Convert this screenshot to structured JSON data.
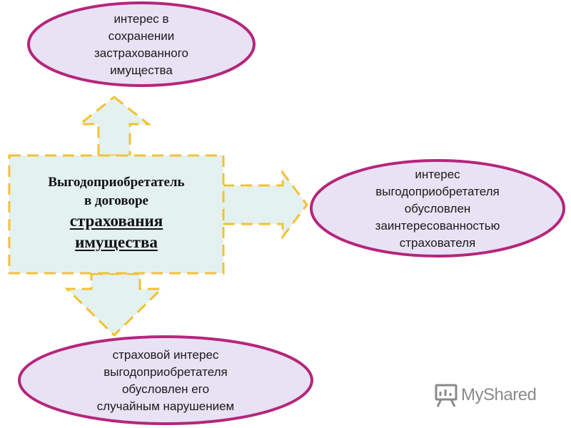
{
  "center": {
    "line1": "Выгодоприобретатель",
    "line2": "в договоре",
    "line3": "страхования",
    "line4": "имущества"
  },
  "top_node": {
    "lines": [
      "интерес в",
      "сохранении",
      "застрахованного",
      "имущества"
    ]
  },
  "right_node": {
    "lines": [
      "интерес",
      "выгодоприобретателя",
      "обусловлен",
      "заинтересованностью",
      "страхователя"
    ]
  },
  "bottom_node": {
    "lines": [
      "страховой интерес",
      "выгодоприобретателя",
      "обусловлен его",
      "случайным нарушением"
    ]
  },
  "watermark": {
    "text": "MyShared",
    "icon": "presentation-board-icon"
  },
  "colors": {
    "ellipse_fill": "#e8e2f4",
    "ellipse_stroke": "#b5267c",
    "box_fill": "#e3f1f0",
    "dash_stroke": "#f2c230",
    "text": "#1a1a1a"
  }
}
